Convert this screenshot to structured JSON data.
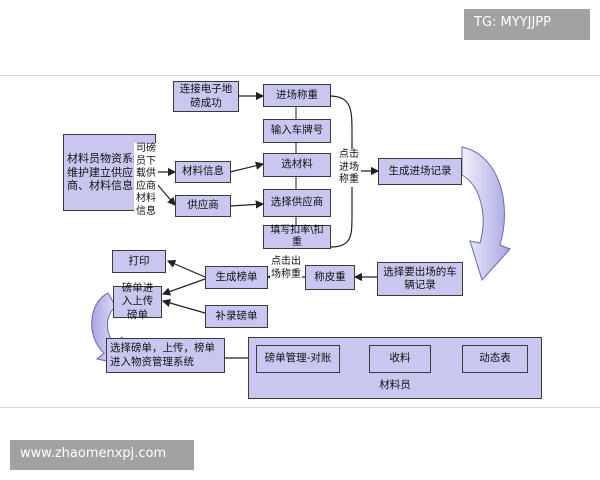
{
  "watermarks": {
    "top_right": "TG: MYYJJPP",
    "bottom_left": "www.zhaomenxpj.com"
  },
  "boxes": {
    "maintain": "材料员物资系统维护建立供应商、材料信息",
    "connect_scale": "连接电子地磅成功",
    "material_info": "材料信息",
    "supplier": "供应商",
    "enter_weigh": "进场称重",
    "input_plate": "输入车牌号",
    "select_material": "选材料",
    "select_supplier": "选择供应商",
    "fill_deduct": "填写扣率\\扣重",
    "gen_entry_record": "生成进场记录",
    "select_exit_record": "选择要出场的车辆记录",
    "tare_weigh": "称皮重",
    "gen_weigh_slip": "生成榜单",
    "print": "打印",
    "weigh_slip_upload": "磅单进入上传磅单",
    "supplement_slip": "补录磅单",
    "select_slip_upload": "选择磅单，上传，榜单进入物资管理系统",
    "slip_management": "磅单管理-对账",
    "receive": "收料",
    "dynamic_table": "动态表",
    "material_staff": "材料员"
  },
  "labels": {
    "driver_download": "司磅员下载供应商材料信息",
    "click_enter_weigh": "点击进场称重",
    "click_exit_weigh": "点击出场称重"
  }
}
